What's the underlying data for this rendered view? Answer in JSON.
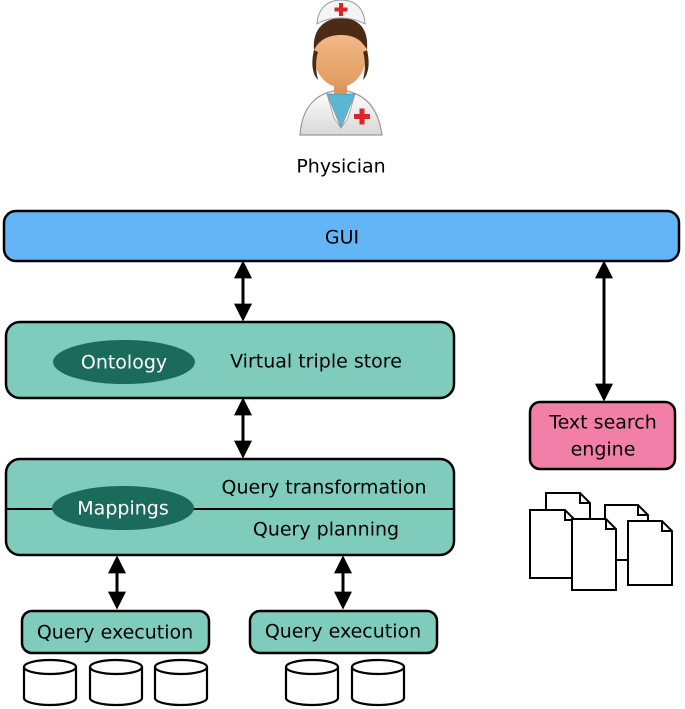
{
  "actor": {
    "label": "Physician",
    "icon": "physician-icon"
  },
  "gui": {
    "label": "GUI",
    "color": "#64b5f6"
  },
  "virtual_layer": {
    "badge": "Ontology",
    "label": "Virtual triple store",
    "color": "#7fcbbc",
    "badge_color": "#1b6b5c"
  },
  "mapping_layer": {
    "badge": "Mappings",
    "top_label": "Query transformation",
    "bottom_label": "Query planning",
    "color": "#7fcbbc",
    "badge_color": "#1b6b5c"
  },
  "executors": [
    {
      "label": "Query execution",
      "databases": [
        "database-icon",
        "database-icon",
        "database-icon"
      ]
    },
    {
      "label": "Query execution",
      "databases": [
        "database-icon",
        "database-icon"
      ]
    }
  ],
  "text_search": {
    "label_line1": "Text search",
    "label_line2": "engine",
    "color": "#f27fa8",
    "documents_icon": "documents-icon"
  }
}
